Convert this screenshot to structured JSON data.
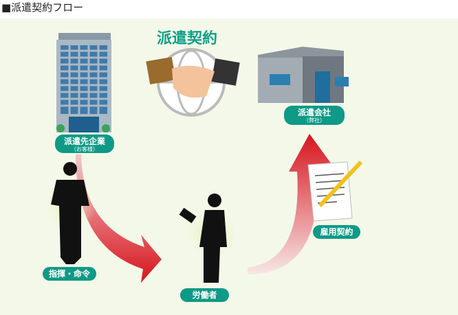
{
  "title": "■派遣契約フロー",
  "contract_title": "派遣契約",
  "client": {
    "label": "派遣先企業",
    "sub": "（お客様）"
  },
  "agency": {
    "label": "派遣会社",
    "sub": "（弊社）"
  },
  "command": "指揮・命令",
  "worker": "労働者",
  "employment": "雇用契約",
  "colors": {
    "accent": "#0e9a86",
    "arrow": "#d7141d",
    "bg": "#f4f8e9"
  }
}
